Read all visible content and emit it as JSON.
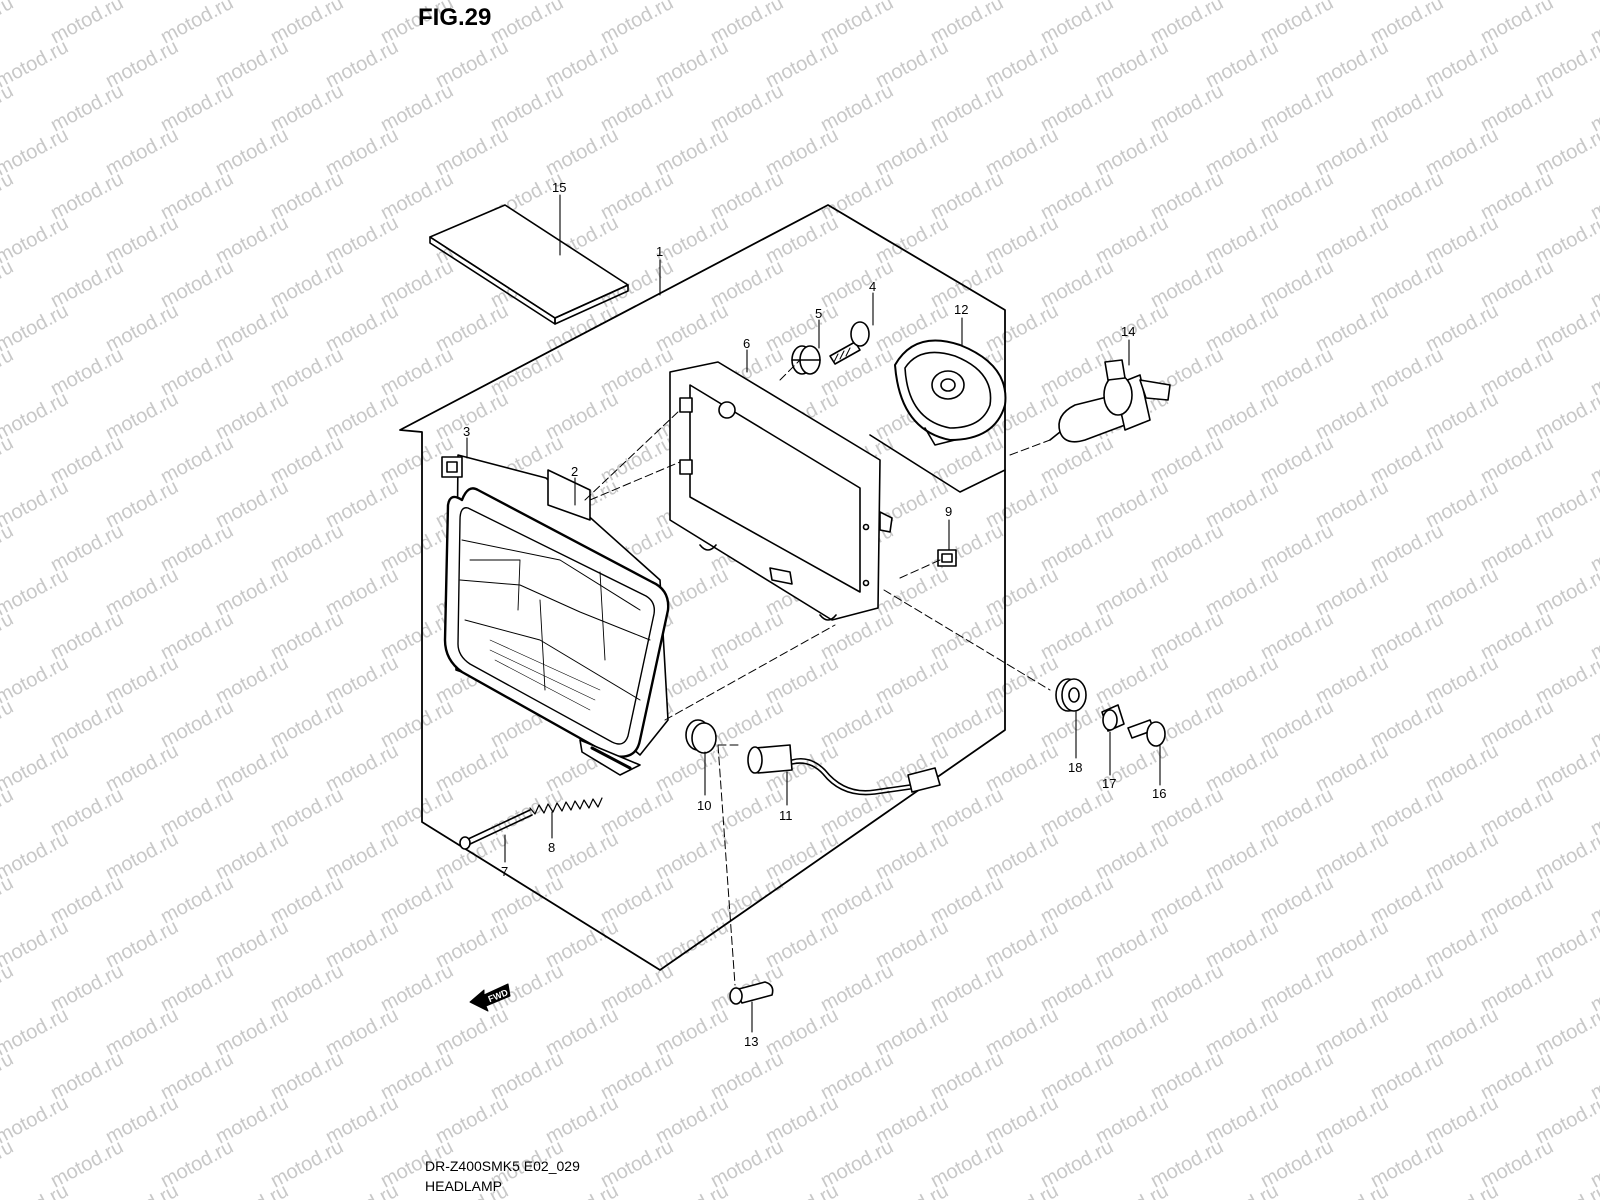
{
  "figure": {
    "title": "FIG.29",
    "model_code": "DR-Z400SMK5 E02_029",
    "name": "HEADLAMP"
  },
  "watermark": {
    "text": "motod.ru",
    "color": "#c8c8c8"
  },
  "front_arrow": {
    "label": "FWD"
  },
  "callouts": [
    {
      "id": "c1",
      "label": "1"
    },
    {
      "id": "c2",
      "label": "2"
    },
    {
      "id": "c3",
      "label": "3"
    },
    {
      "id": "c4",
      "label": "4"
    },
    {
      "id": "c5",
      "label": "5"
    },
    {
      "id": "c6",
      "label": "6"
    },
    {
      "id": "c7",
      "label": "7"
    },
    {
      "id": "c8",
      "label": "8"
    },
    {
      "id": "c9",
      "label": "9"
    },
    {
      "id": "c10",
      "label": "10"
    },
    {
      "id": "c11",
      "label": "11"
    },
    {
      "id": "c12",
      "label": "12"
    },
    {
      "id": "c13",
      "label": "13"
    },
    {
      "id": "c14",
      "label": "14"
    },
    {
      "id": "c15",
      "label": "15"
    },
    {
      "id": "c16",
      "label": "16"
    },
    {
      "id": "c17",
      "label": "17"
    },
    {
      "id": "c18",
      "label": "18"
    }
  ]
}
